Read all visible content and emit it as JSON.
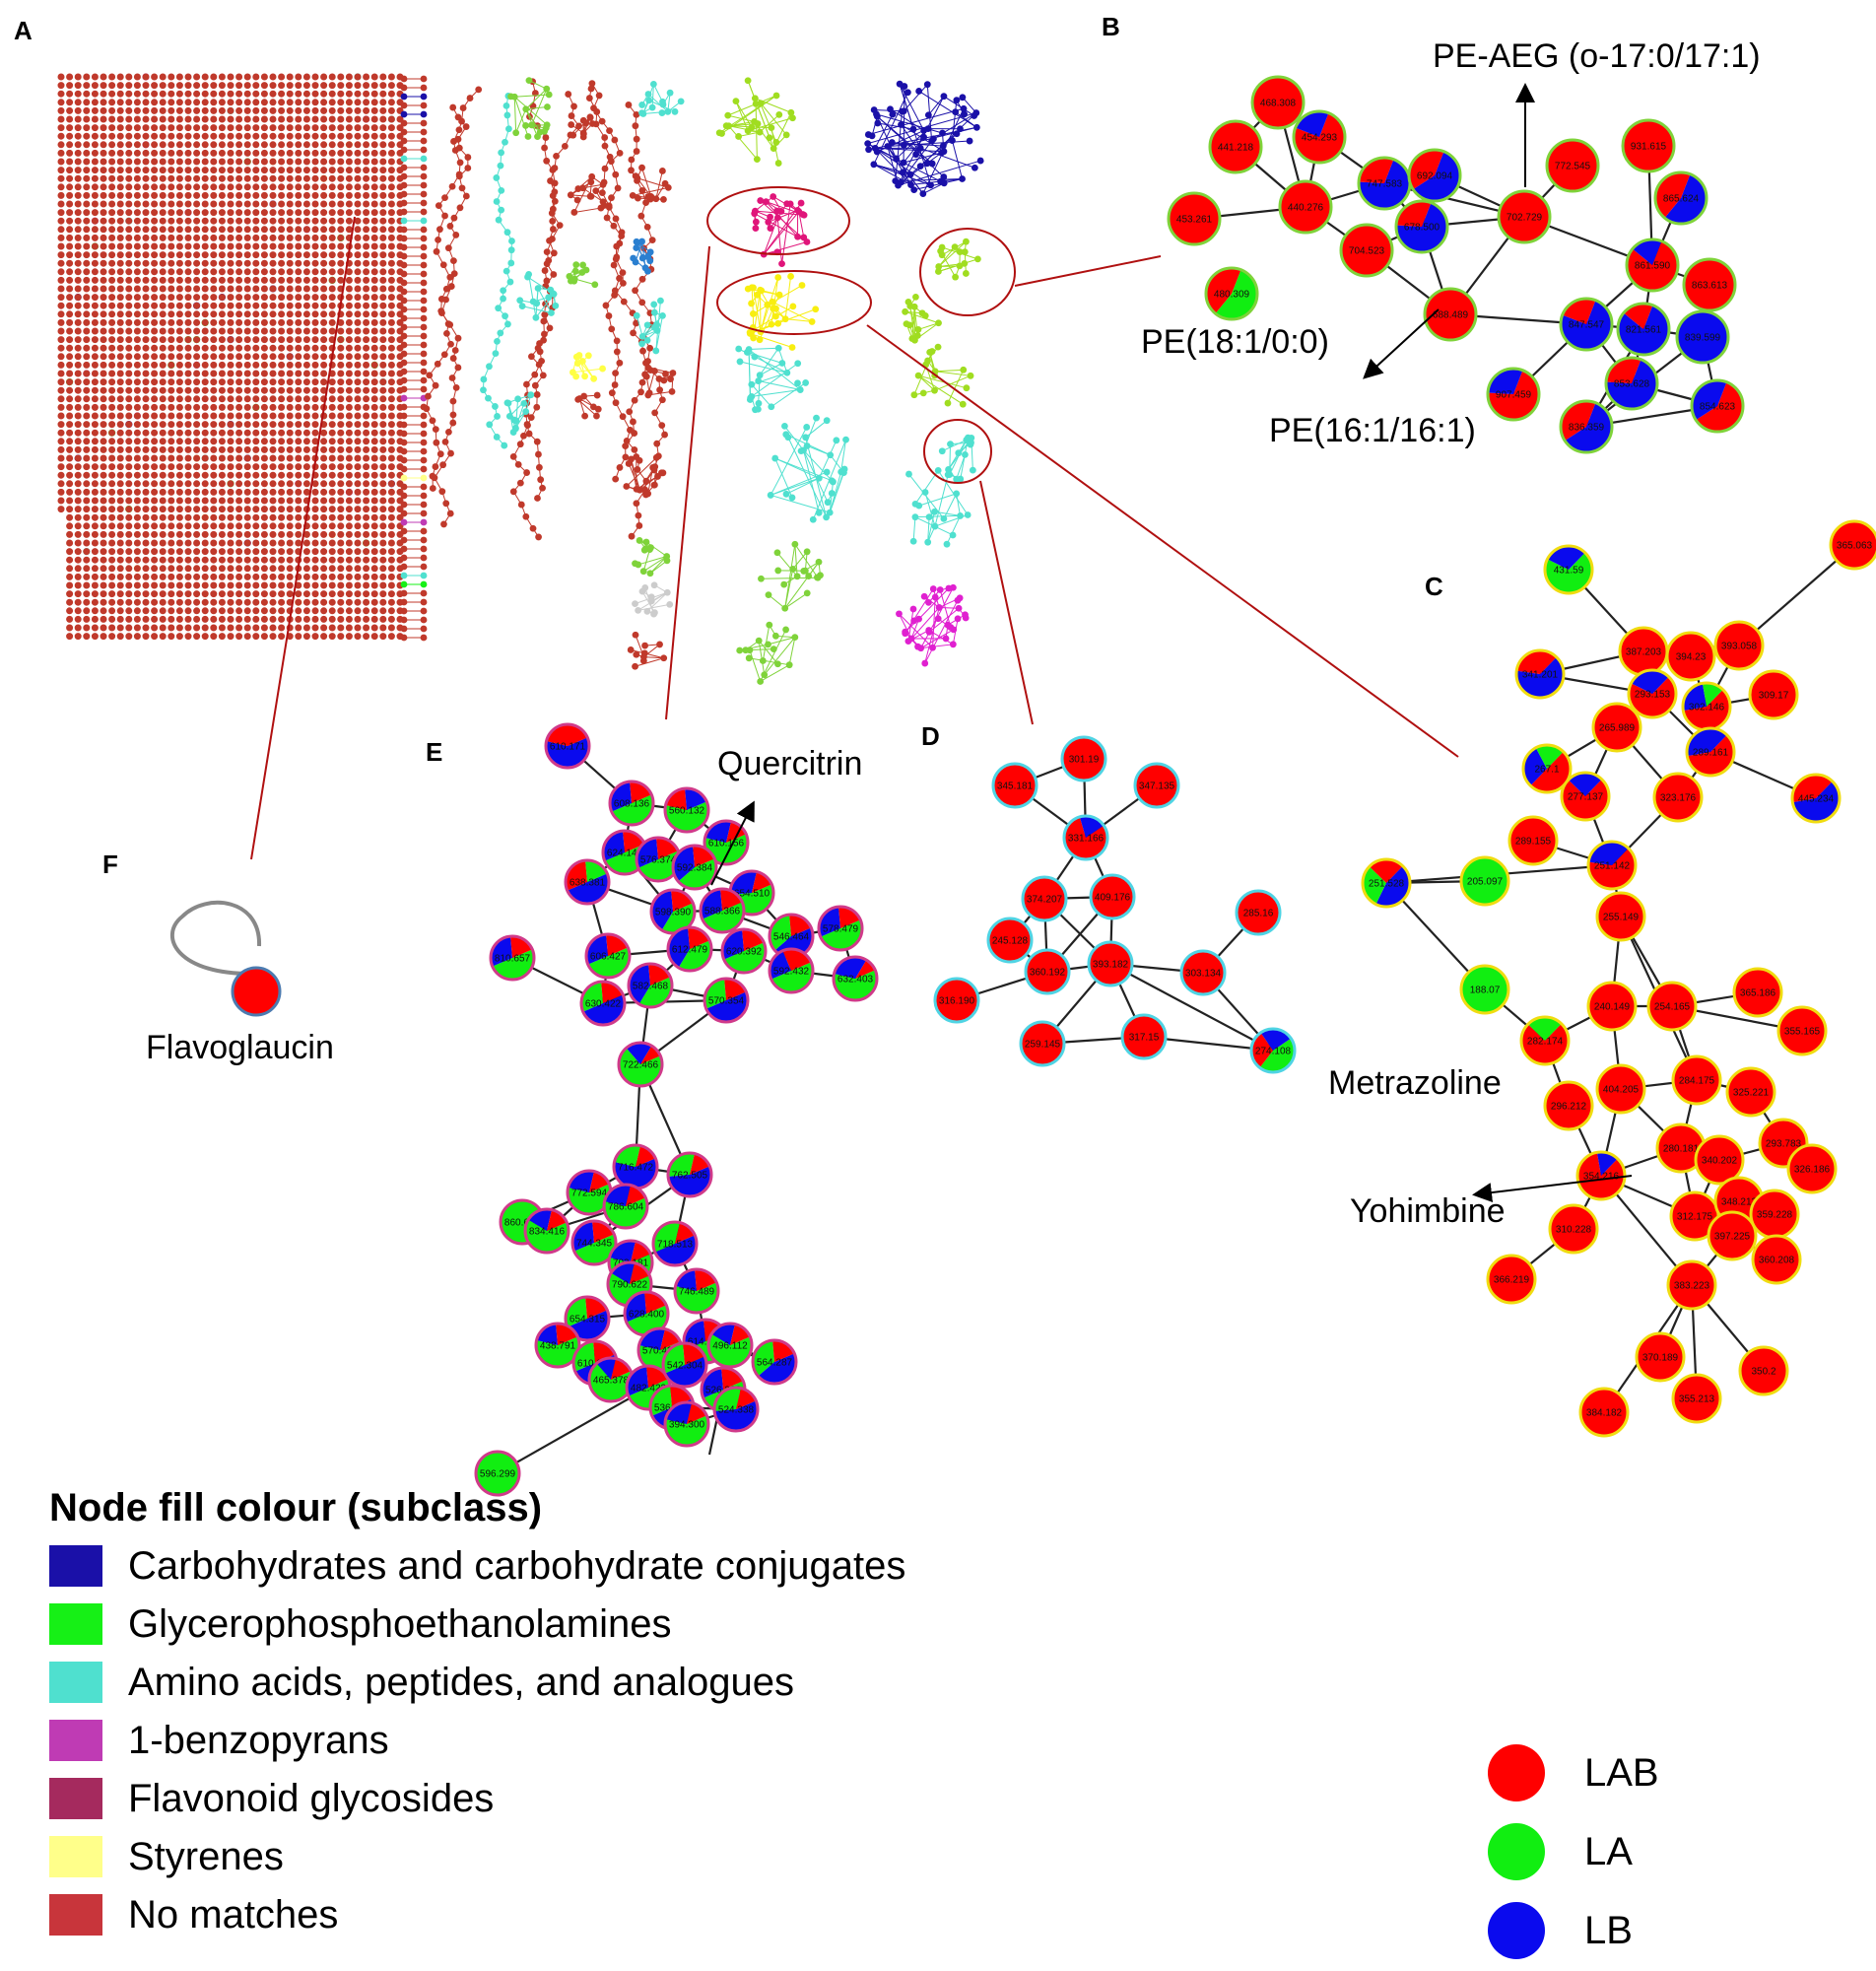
{
  "panels": {
    "A": "A",
    "B": "B",
    "C": "C",
    "D": "D",
    "E": "E",
    "F": "F"
  },
  "annotations": {
    "pe_aeg": "PE-AEG (o-17:0/17:1)",
    "pe_18": "PE(18:1/0:0)",
    "pe_16": "PE(16:1/16:1)",
    "quercitrin": "Quercitrin",
    "flavoglaucin": "Flavoglaucin",
    "metrazoline": "Metrazoline",
    "yohimbine": "Yohimbine"
  },
  "legend": {
    "title": "Node fill colour (subclass)",
    "items": [
      {
        "label": "Carbohydrates and carbohydrate conjugates",
        "color": "#1a10a8"
      },
      {
        "label": "Glycerophosphoethanolamines",
        "color": "#16f016"
      },
      {
        "label": "Amino acids, peptides, and analogues",
        "color": "#4fe0cf"
      },
      {
        "label": "1-benzopyrans",
        "color": "#bf3bb4"
      },
      {
        "label": "Flavonoid glycosides",
        "color": "#a52a5e"
      },
      {
        "label": "Styrenes",
        "color": "#ffff8a"
      },
      {
        "label": "No matches",
        "color": "#c8353b"
      }
    ]
  },
  "samples": [
    {
      "label": "LAB",
      "color": "#ff0000"
    },
    {
      "label": "LA",
      "color": "#11ee11"
    },
    {
      "label": "LB",
      "color": "#0a0aee"
    }
  ],
  "colors": {
    "lab": "#ff0000",
    "la": "#11ee11",
    "lb": "#0a0aee",
    "callout": "#b01010",
    "edge": "#222222"
  },
  "network_B": {
    "border": "#7fd33a",
    "nodes": [
      {
        "id": "468.308",
        "shares": {
          "lab": 1
        }
      },
      {
        "id": "441.218",
        "shares": {
          "lab": 1
        }
      },
      {
        "id": "454.293",
        "shares": {
          "lab": 0.75,
          "lb": 0.25
        }
      },
      {
        "id": "440.276",
        "shares": {
          "lab": 1
        }
      },
      {
        "id": "453.261",
        "shares": {
          "lab": 1
        }
      },
      {
        "id": "480.309",
        "shares": {
          "la": 0.55,
          "lab": 0.45
        }
      },
      {
        "id": "747.583",
        "shares": {
          "lb": 0.7,
          "lab": 0.3
        }
      },
      {
        "id": "692.094",
        "shares": {
          "lb": 0.6,
          "lab": 0.4
        }
      },
      {
        "id": "678.500",
        "shares": {
          "lb": 0.7,
          "lab": 0.3
        }
      },
      {
        "id": "704.523",
        "shares": {
          "lab": 1
        }
      },
      {
        "id": "702.729",
        "shares": {
          "lab": 1
        }
      },
      {
        "id": "688.489",
        "shares": {
          "lab": 1
        }
      },
      {
        "id": "772.545",
        "shares": {
          "lab": 1
        }
      },
      {
        "id": "931.615",
        "shares": {
          "lab": 1
        }
      },
      {
        "id": "865.624",
        "shares": {
          "lb": 0.55,
          "lab": 0.45
        }
      },
      {
        "id": "861.590",
        "shares": {
          "lab": 0.8,
          "lb": 0.2
        }
      },
      {
        "id": "863.613",
        "shares": {
          "lab": 1
        }
      },
      {
        "id": "847.547",
        "shares": {
          "lb": 0.75,
          "lab": 0.25
        }
      },
      {
        "id": "821.561",
        "shares": {
          "lb": 0.8,
          "lab": 0.2
        }
      },
      {
        "id": "839.599",
        "shares": {
          "lb": 1
        }
      },
      {
        "id": "907.459",
        "shares": {
          "lab": 0.7,
          "lb": 0.3
        }
      },
      {
        "id": "853.628",
        "shares": {
          "lb": 0.7,
          "lab": 0.3
        }
      },
      {
        "id": "836.359",
        "shares": {
          "lb": 0.6,
          "lab": 0.4
        }
      },
      {
        "id": "854.623",
        "shares": {
          "lab": 0.6,
          "lb": 0.4
        }
      }
    ]
  },
  "network_C": {
    "border": "#f0dc10",
    "nodes": [
      {
        "id": "431.59",
        "shares": {
          "la": 0.7,
          "lb": 0.3
        }
      },
      {
        "id": "365.063",
        "shares": {
          "lab": 1
        }
      },
      {
        "id": "387.203",
        "shares": {
          "lab": 1
        }
      },
      {
        "id": "394.23",
        "shares": {
          "lab": 1
        }
      },
      {
        "id": "393.058",
        "shares": {
          "lab": 1
        }
      },
      {
        "id": "341.201",
        "shares": {
          "lb": 0.65,
          "lab": 0.35
        }
      },
      {
        "id": "302.146",
        "shares": {
          "lab": 0.6,
          "lb": 0.25,
          "la": 0.15
        }
      },
      {
        "id": "309.17",
        "shares": {
          "lab": 1
        }
      },
      {
        "id": "293.153",
        "shares": {
          "lab": 0.7,
          "lb": 0.3
        }
      },
      {
        "id": "265.989",
        "shares": {
          "lab": 1
        }
      },
      {
        "id": "267.1",
        "shares": {
          "lab": 0.5,
          "lb": 0.3,
          "la": 0.2
        }
      },
      {
        "id": "289.161",
        "shares": {
          "lab": 0.6,
          "lb": 0.4
        }
      },
      {
        "id": "445.234",
        "shares": {
          "lb": 0.6,
          "lab": 0.4
        }
      },
      {
        "id": "277.137",
        "shares": {
          "lab": 0.75,
          "lb": 0.25
        }
      },
      {
        "id": "323.176",
        "shares": {
          "lab": 1
        }
      },
      {
        "id": "289.155",
        "shares": {
          "lab": 1
        }
      },
      {
        "id": "251.142",
        "shares": {
          "lab": 0.65,
          "lb": 0.35
        }
      },
      {
        "id": "251.528",
        "shares": {
          "lb": 0.45,
          "la": 0.3,
          "lab": 0.25
        }
      },
      {
        "id": "205.097",
        "shares": {
          "la": 1
        }
      },
      {
        "id": "188.07",
        "shares": {
          "la": 1
        }
      },
      {
        "id": "255.149",
        "shares": {
          "lab": 1
        }
      },
      {
        "id": "240.149",
        "shares": {
          "lab": 1
        }
      },
      {
        "id": "254.165",
        "shares": {
          "lab": 1
        }
      },
      {
        "id": "365.186",
        "shares": {
          "lab": 1
        }
      },
      {
        "id": "355.165",
        "shares": {
          "lab": 1
        }
      },
      {
        "id": "282.174",
        "shares": {
          "lab": 0.75,
          "la": 0.25
        }
      },
      {
        "id": "404.205",
        "shares": {
          "lab": 1
        }
      },
      {
        "id": "284.175",
        "shares": {
          "lab": 1
        }
      },
      {
        "id": "325.221",
        "shares": {
          "lab": 1
        }
      },
      {
        "id": "296.212",
        "shares": {
          "lab": 1
        }
      },
      {
        "id": "280.181",
        "shares": {
          "lab": 1
        }
      },
      {
        "id": "340.202",
        "shares": {
          "lab": 1
        }
      },
      {
        "id": "293.783",
        "shares": {
          "lab": 1
        }
      },
      {
        "id": "354.216",
        "shares": {
          "lab": 0.85,
          "lb": 0.15
        }
      },
      {
        "id": "326.186",
        "shares": {
          "lab": 1
        }
      },
      {
        "id": "312.175",
        "shares": {
          "lab": 1
        }
      },
      {
        "id": "348.213",
        "shares": {
          "lab": 1
        }
      },
      {
        "id": "359.228",
        "shares": {
          "lab": 1
        }
      },
      {
        "id": "310.228",
        "shares": {
          "lab": 1
        }
      },
      {
        "id": "397.225",
        "shares": {
          "lab": 1
        }
      },
      {
        "id": "360.208",
        "shares": {
          "lab": 1
        }
      },
      {
        "id": "366.219",
        "shares": {
          "lab": 1
        }
      },
      {
        "id": "383.223",
        "shares": {
          "lab": 1
        }
      },
      {
        "id": "370.189",
        "shares": {
          "lab": 1
        }
      },
      {
        "id": "350.2",
        "shares": {
          "lab": 1
        }
      },
      {
        "id": "355.213",
        "shares": {
          "lab": 1
        }
      },
      {
        "id": "384.182",
        "shares": {
          "lab": 1
        }
      }
    ]
  },
  "network_D": {
    "border": "#4fd4e4",
    "nodes": [
      {
        "id": "301.19",
        "shares": {
          "lab": 1
        }
      },
      {
        "id": "345.181",
        "shares": {
          "lab": 1
        }
      },
      {
        "id": "331.166",
        "shares": {
          "lab": 0.8,
          "lb": 0.2
        }
      },
      {
        "id": "347.135",
        "shares": {
          "lab": 1
        }
      },
      {
        "id": "374.207",
        "shares": {
          "lab": 1
        }
      },
      {
        "id": "409.176",
        "shares": {
          "lab": 1
        }
      },
      {
        "id": "285.16",
        "shares": {
          "lab": 1
        }
      },
      {
        "id": "245.128",
        "shares": {
          "lab": 1
        }
      },
      {
        "id": "360.192",
        "shares": {
          "lab": 1
        }
      },
      {
        "id": "393.182",
        "shares": {
          "lab": 1
        }
      },
      {
        "id": "303.134",
        "shares": {
          "lab": 1
        }
      },
      {
        "id": "316.190",
        "shares": {
          "lab": 1
        }
      },
      {
        "id": "259.145",
        "shares": {
          "lab": 1
        }
      },
      {
        "id": "317.15",
        "shares": {
          "lab": 1
        }
      },
      {
        "id": "274.108",
        "shares": {
          "la": 0.45,
          "lab": 0.3,
          "lb": 0.25
        }
      }
    ]
  },
  "network_E": {
    "border": "#d03a8a",
    "nodes": [
      {
        "id": "610.171",
        "shares": {
          "lb": 0.6,
          "lab": 0.4
        }
      },
      {
        "id": "608.136",
        "shares": {
          "la": 0.5,
          "lb": 0.3,
          "lab": 0.2
        }
      },
      {
        "id": "560.132",
        "shares": {
          "la": 0.6,
          "lab": 0.2,
          "lb": 0.2
        }
      },
      {
        "id": "624.145",
        "shares": {
          "la": 0.5,
          "lb": 0.3,
          "lab": 0.2
        }
      },
      {
        "id": "576.374",
        "shares": {
          "la": 0.5,
          "lb": 0.3,
          "lab": 0.2
        }
      },
      {
        "id": "610.156",
        "shares": {
          "la": 0.6,
          "lb": 0.25,
          "lab": 0.15
        }
      },
      {
        "id": "638.381",
        "shares": {
          "lb": 0.5,
          "lab": 0.3,
          "la": 0.2
        }
      },
      {
        "id": "592.384",
        "shares": {
          "la": 0.45,
          "lb": 0.35,
          "lab": 0.2
        }
      },
      {
        "id": "654.510",
        "shares": {
          "la": 0.55,
          "lb": 0.3,
          "lab": 0.15
        }
      },
      {
        "id": "810.657",
        "shares": {
          "la": 0.5,
          "lb": 0.3,
          "lab": 0.2
        }
      },
      {
        "id": "598.390",
        "shares": {
          "la": 0.4,
          "lb": 0.4,
          "lab": 0.2
        }
      },
      {
        "id": "588.366",
        "shares": {
          "la": 0.5,
          "lb": 0.3,
          "lab": 0.2
        }
      },
      {
        "id": "546.464",
        "shares": {
          "lb": 0.45,
          "la": 0.35,
          "lab": 0.2
        }
      },
      {
        "id": "578.479",
        "shares": {
          "la": 0.5,
          "lb": 0.3,
          "lab": 0.2
        }
      },
      {
        "id": "606.427",
        "shares": {
          "la": 0.5,
          "lb": 0.3,
          "lab": 0.2
        }
      },
      {
        "id": "612.479",
        "shares": {
          "la": 0.4,
          "lb": 0.4,
          "lab": 0.2
        }
      },
      {
        "id": "620.392",
        "shares": {
          "la": 0.5,
          "lb": 0.3,
          "lab": 0.2
        }
      },
      {
        "id": "592.432",
        "shares": {
          "la": 0.5,
          "lb": 0.25,
          "lab": 0.25
        }
      },
      {
        "id": "632.403",
        "shares": {
          "la": 0.6,
          "lb": 0.3,
          "lab": 0.1
        }
      },
      {
        "id": "630.422",
        "shares": {
          "lb": 0.5,
          "la": 0.3,
          "lab": 0.2
        }
      },
      {
        "id": "582.468",
        "shares": {
          "la": 0.4,
          "lb": 0.4,
          "lab": 0.2
        }
      },
      {
        "id": "570.354",
        "shares": {
          "lb": 0.5,
          "la": 0.3,
          "lab": 0.2
        }
      },
      {
        "id": "722.466",
        "shares": {
          "la": 0.7,
          "lb": 0.2,
          "lab": 0.1
        }
      },
      {
        "id": "716.472",
        "shares": {
          "lb": 0.6,
          "la": 0.25,
          "lab": 0.15
        }
      },
      {
        "id": "772.594",
        "shares": {
          "la": 0.6,
          "lb": 0.25,
          "lab": 0.15
        }
      },
      {
        "id": "762.505",
        "shares": {
          "lb": 0.55,
          "la": 0.3,
          "lab": 0.15
        }
      },
      {
        "id": "860.668",
        "shares": {
          "la": 1
        }
      },
      {
        "id": "834.416",
        "shares": {
          "la": 0.65,
          "lb": 0.2,
          "lab": 0.15
        }
      },
      {
        "id": "786.604",
        "shares": {
          "la": 0.6,
          "lb": 0.25,
          "lab": 0.15
        }
      },
      {
        "id": "744.345",
        "shares": {
          "la": 0.5,
          "lb": 0.3,
          "lab": 0.2
        }
      },
      {
        "id": "703.181",
        "shares": {
          "la": 0.6,
          "lb": 0.25,
          "lab": 0.15
        }
      },
      {
        "id": "718.513",
        "shares": {
          "lb": 0.5,
          "la": 0.35,
          "lab": 0.15
        }
      },
      {
        "id": "790.622",
        "shares": {
          "la": 0.65,
          "lb": 0.2,
          "lab": 0.15
        }
      },
      {
        "id": "746.489",
        "shares": {
          "la": 0.6,
          "lb": 0.2,
          "lab": 0.2
        }
      },
      {
        "id": "628.400",
        "shares": {
          "la": 0.5,
          "lb": 0.3,
          "lab": 0.2
        }
      },
      {
        "id": "654.315",
        "shares": {
          "lb": 0.5,
          "la": 0.3,
          "lab": 0.2
        }
      },
      {
        "id": "570.430",
        "shares": {
          "la": 0.6,
          "lb": 0.25,
          "lab": 0.15
        }
      },
      {
        "id": "614.642",
        "shares": {
          "la": 0.5,
          "lb": 0.3,
          "lab": 0.2
        }
      },
      {
        "id": "438.791",
        "shares": {
          "la": 0.6,
          "lb": 0.2,
          "lab": 0.2
        }
      },
      {
        "id": "610.341",
        "shares": {
          "lb": 0.5,
          "la": 0.3,
          "lab": 0.2
        }
      },
      {
        "id": "526.333",
        "shares": {
          "la": 0.5,
          "lb": 0.3,
          "lab": 0.2
        }
      },
      {
        "id": "564.287",
        "shares": {
          "lb": 0.45,
          "la": 0.35,
          "lab": 0.2
        }
      },
      {
        "id": "465.378",
        "shares": {
          "la": 0.7,
          "lb": 0.15,
          "lab": 0.15
        }
      },
      {
        "id": "482.423",
        "shares": {
          "la": 0.5,
          "lb": 0.3,
          "lab": 0.2
        }
      },
      {
        "id": "542.304",
        "shares": {
          "lb": 0.5,
          "la": 0.3,
          "lab": 0.2
        }
      },
      {
        "id": "536.330",
        "shares": {
          "lb": 0.5,
          "la": 0.3,
          "lab": 0.2
        }
      },
      {
        "id": "394.300",
        "shares": {
          "la": 0.6,
          "lb": 0.25,
          "lab": 0.15
        }
      },
      {
        "id": "496.112",
        "shares": {
          "la": 0.65,
          "lb": 0.2,
          "lab": 0.15
        }
      },
      {
        "id": "524.338",
        "shares": {
          "lb": 0.55,
          "la": 0.3,
          "lab": 0.15
        }
      },
      {
        "id": "596.299",
        "shares": {
          "la": 1
        }
      }
    ]
  },
  "network_F": {
    "border": "#4c7bb0",
    "nodes": [
      {
        "id": "",
        "shares": {
          "lab": 1
        }
      }
    ]
  }
}
